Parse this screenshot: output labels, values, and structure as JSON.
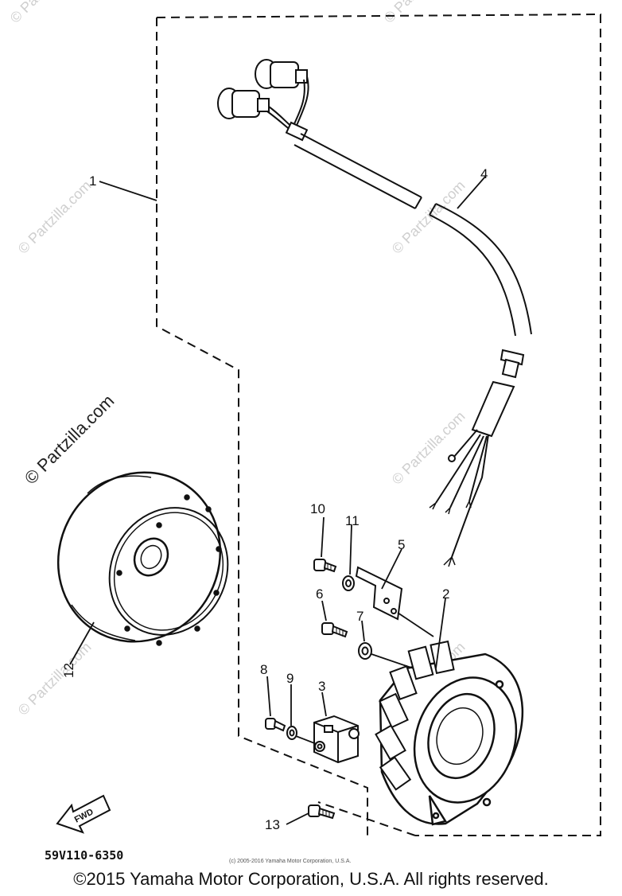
{
  "watermark": "© Partzilla.com",
  "callouts": {
    "c1": "1",
    "c2": "2",
    "c3": "3",
    "c4": "4",
    "c5": "5",
    "c6": "6",
    "c7": "7",
    "c8": "8",
    "c9": "9",
    "c10": "10",
    "c11": "11",
    "c12": "12",
    "c13": "13"
  },
  "fwd_label": "FWD",
  "diagram_code": "59V110-6350",
  "small_copyright": "(c) 2005-2016 Yamaha Motor Corporation, U.S.A.",
  "copyright": "©2015 Yamaha Motor Corporation, U.S.A. All rights reserved."
}
